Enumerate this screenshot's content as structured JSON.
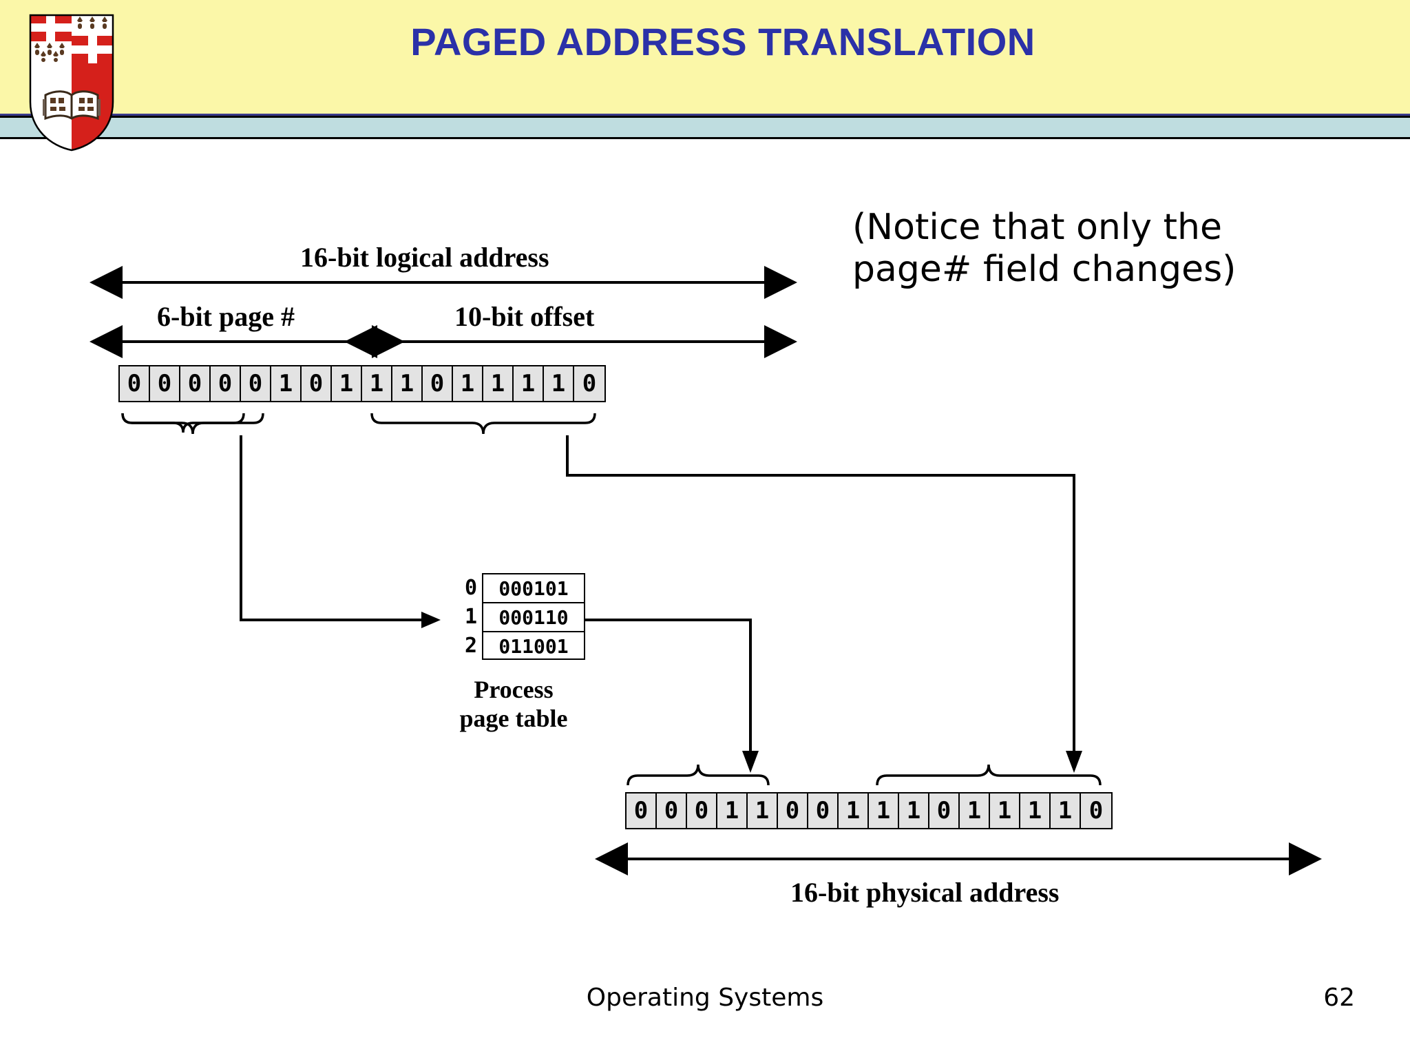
{
  "slide": {
    "title": "PAGED ADDRESS TRANSLATION",
    "title_color": "#2b31a8",
    "header_bg": "#fbf7a8",
    "rule_bg": "#bfdde0",
    "footer_text": "Operating Systems",
    "slide_number": "62"
  },
  "logo": {
    "name": "university-crest",
    "colors": {
      "red": "#d5201b",
      "white": "#ffffff",
      "book": "#6b5b4e"
    }
  },
  "notice": {
    "line1": "(Notice that only the",
    "line2": "page# field changes)"
  },
  "diagram": {
    "labels": {
      "logical_address": "16-bit logical address",
      "page_field": "6-bit page #",
      "offset_field": "10-bit offset",
      "physical_address": "16-bit physical address",
      "page_table_caption_line1": "Process",
      "page_table_caption_line2": "page table"
    },
    "logical_bits": [
      "0",
      "0",
      "0",
      "0",
      "0",
      "1",
      "0",
      "1",
      "1",
      "1",
      "0",
      "1",
      "1",
      "1",
      "1",
      "0"
    ],
    "logical_page_bits": [
      "0",
      "0",
      "0",
      "0",
      "0",
      "1"
    ],
    "logical_offset_bits": [
      "0",
      "1",
      "1",
      "1",
      "0",
      "1",
      "1",
      "1",
      "1",
      "0"
    ],
    "physical_bits": [
      "0",
      "0",
      "0",
      "1",
      "1",
      "0",
      "0",
      "1",
      "1",
      "1",
      "0",
      "1",
      "1",
      "1",
      "1",
      "0"
    ],
    "physical_frame_bits": [
      "0",
      "0",
      "0",
      "1",
      "1",
      "0"
    ],
    "physical_offset_bits": [
      "0",
      "1",
      "1",
      "1",
      "0",
      "1",
      "1",
      "1",
      "1",
      "0"
    ],
    "page_table": {
      "rows": [
        {
          "index": "0",
          "value": "000101"
        },
        {
          "index": "1",
          "value": "000110"
        },
        {
          "index": "2",
          "value": "011001"
        }
      ],
      "selected_index": "1"
    }
  }
}
